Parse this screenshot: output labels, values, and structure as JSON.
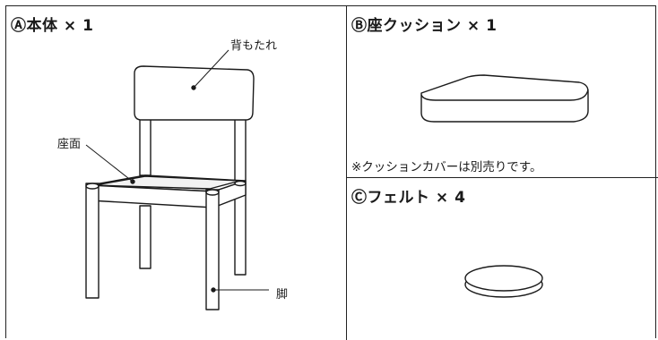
{
  "panel_a": {
    "title": "Ⓐ本体 × 1",
    "labels": {
      "backrest": "背もたれ",
      "seat": "座面",
      "leg": "脚"
    }
  },
  "panel_b": {
    "title": "Ⓑ座クッション × 1",
    "note": "※クッションカバーは別売りです。"
  },
  "panel_c": {
    "title": "Ⓒフェルト × 4"
  }
}
